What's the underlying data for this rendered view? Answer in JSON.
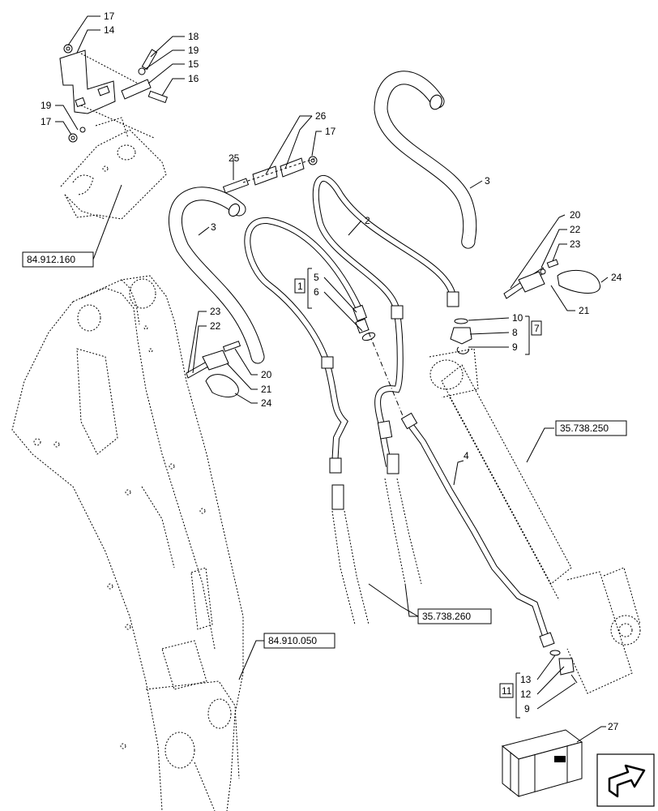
{
  "callouts": {
    "c17a": "17",
    "c14": "14",
    "c18": "18",
    "c19a": "19",
    "c15": "15",
    "c16": "16",
    "c19b": "19",
    "c17b": "17",
    "c26": "26",
    "c17c": "17",
    "c25": "25",
    "c3a": "3",
    "c3b": "3",
    "c2": "2",
    "c20a": "20",
    "c22a": "22",
    "c23a": "23",
    "c24a": "24",
    "c21a": "21",
    "c5": "5",
    "c6": "6",
    "c10": "10",
    "c8": "8",
    "c9a": "9",
    "c23b": "23",
    "c22b": "22",
    "c20b": "20",
    "c21b": "21",
    "c24b": "24",
    "c4": "4",
    "c13": "13",
    "c12": "12",
    "c9b": "9",
    "c27": "27"
  },
  "groups": {
    "g1": "1",
    "g7": "7",
    "g11": "11"
  },
  "refs": {
    "r1": "84.912.160",
    "r2": "35.738.250",
    "r3": "35.738.260",
    "r4": "84.910.050"
  },
  "icons": {
    "nav": "next-page-arrow-icon",
    "kit": "shipping-crate-icon"
  }
}
